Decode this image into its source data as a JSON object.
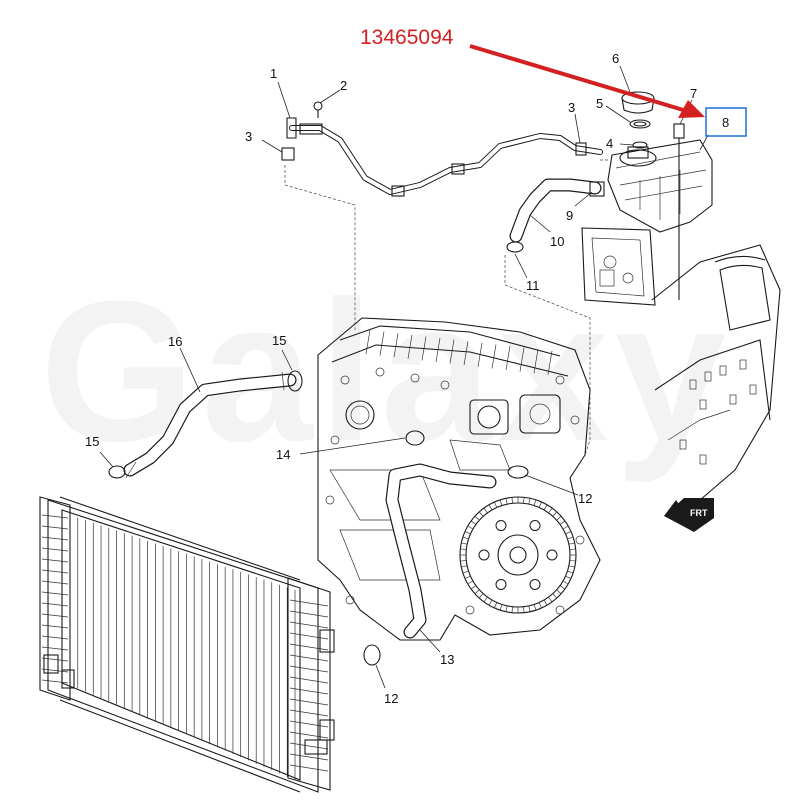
{
  "watermark": "Galaxy",
  "part_number": "13465094",
  "highlight_color": "#1e6fd9",
  "arrow_color": "#d42020",
  "direction_marker": "FRT",
  "callouts": [
    {
      "id": "c1",
      "label": "1"
    },
    {
      "id": "c2",
      "label": "2"
    },
    {
      "id": "c3a",
      "label": "3"
    },
    {
      "id": "c3b",
      "label": "3"
    },
    {
      "id": "c4",
      "label": "4"
    },
    {
      "id": "c5",
      "label": "5"
    },
    {
      "id": "c6",
      "label": "6"
    },
    {
      "id": "c7",
      "label": "7"
    },
    {
      "id": "c8",
      "label": "8"
    },
    {
      "id": "c9",
      "label": "9"
    },
    {
      "id": "c10",
      "label": "10"
    },
    {
      "id": "c11",
      "label": "11"
    },
    {
      "id": "c12a",
      "label": "12"
    },
    {
      "id": "c12b",
      "label": "12"
    },
    {
      "id": "c13",
      "label": "13"
    },
    {
      "id": "c14",
      "label": "14"
    },
    {
      "id": "c15a",
      "label": "15"
    },
    {
      "id": "c15b",
      "label": "15"
    },
    {
      "id": "c16",
      "label": "16"
    }
  ]
}
